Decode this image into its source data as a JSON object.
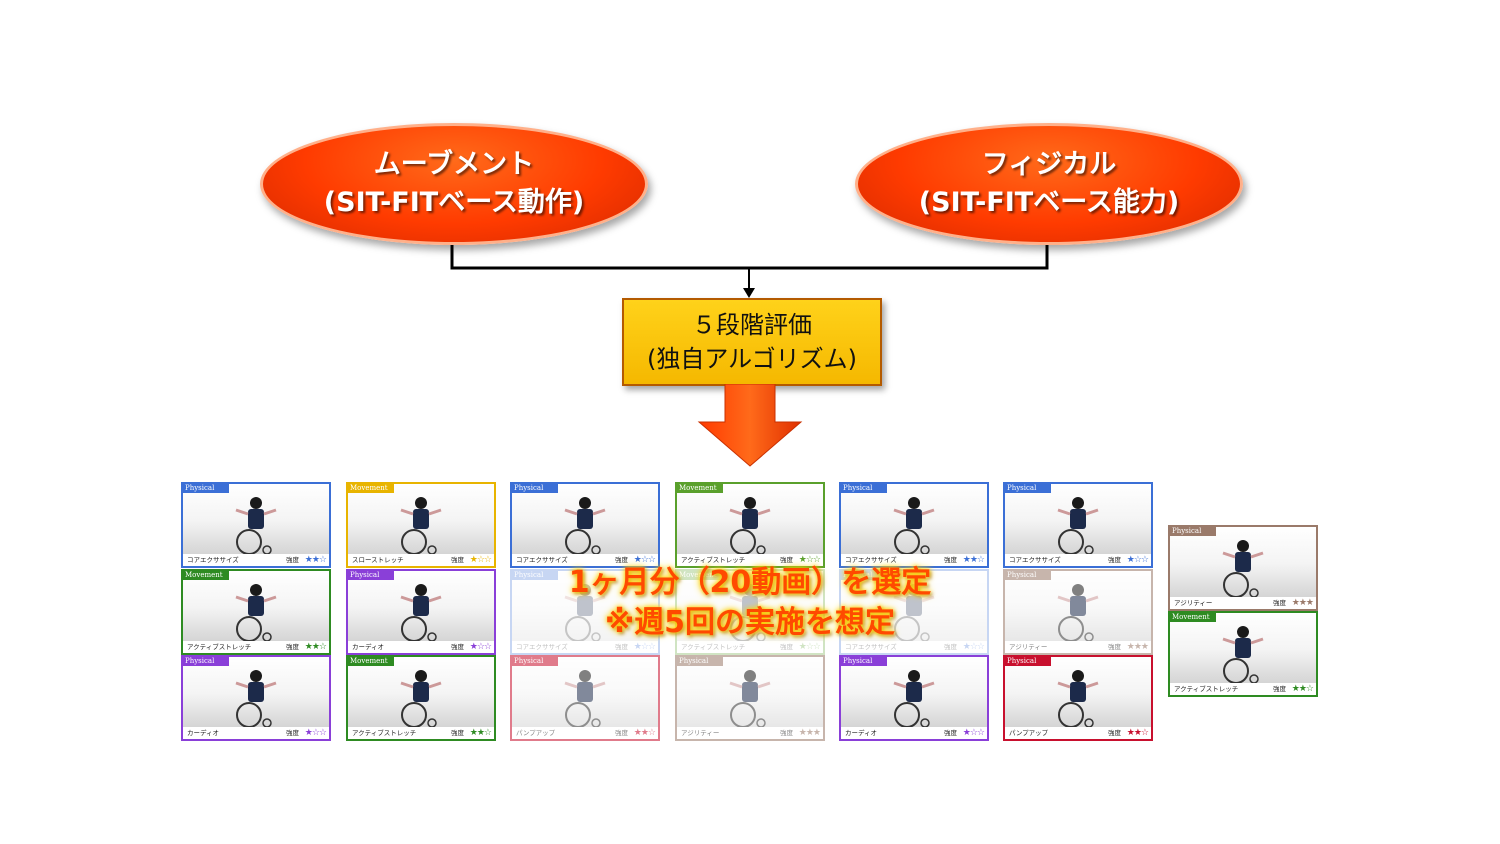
{
  "top_nodes": {
    "left": {
      "line1": "ムーブメント",
      "line2": "(SIT-FITベース動作)"
    },
    "right": {
      "line1": "フィジカル",
      "line2": "(SIT-FITベース能力)"
    }
  },
  "evaluation": {
    "line1": "５段階評価",
    "line2": "(独自アルゴリズム)"
  },
  "overlay": {
    "line1": "1ヶ月分（20動画）を選定",
    "line2": "※週5回の実施を想定"
  },
  "colors": {
    "oval": "#ff3b00",
    "eval_box": "#ffc800",
    "arrow": "#ff4a00",
    "overlay_text": "#ff4a00"
  },
  "thumbnails": [
    {
      "tag": "Physical",
      "name": "コアエクササイズ",
      "level": "強度",
      "stars": "★★☆",
      "color": "#3b6fd6"
    },
    {
      "tag": "Movement",
      "name": "スローストレッチ",
      "level": "強度",
      "stars": "★☆☆",
      "color": "#e8b400"
    },
    {
      "tag": "Physical",
      "name": "コアエクササイズ",
      "level": "強度",
      "stars": "★☆☆",
      "color": "#3b6fd6"
    },
    {
      "tag": "Movement",
      "name": "アクティブストレッチ",
      "level": "強度",
      "stars": "★☆☆",
      "color": "#5aa02c"
    },
    {
      "tag": "Physical",
      "name": "コアエクササイズ",
      "level": "強度",
      "stars": "★★☆",
      "color": "#3b6fd6"
    },
    {
      "tag": "Physical",
      "name": "コアエクササイズ",
      "level": "強度",
      "stars": "★☆☆",
      "color": "#3b6fd6"
    },
    {
      "tag": "Movement",
      "name": "アクティブストレッチ",
      "level": "強度",
      "stars": "★★☆",
      "color": "#2e8b22"
    },
    {
      "tag": "Physical",
      "name": "カーディオ",
      "level": "強度",
      "stars": "★☆☆",
      "color": "#8a3fd8"
    },
    {
      "tag": "Physical",
      "name": "コアエクササイズ",
      "level": "強度",
      "stars": "★☆☆",
      "color": "#3b6fd6"
    },
    {
      "tag": "Movement",
      "name": "アクティブストレッチ",
      "level": "強度",
      "stars": "★☆☆",
      "color": "#5aa02c"
    },
    {
      "tag": "Physical",
      "name": "コアエクササイズ",
      "level": "強度",
      "stars": "★☆☆",
      "color": "#3b6fd6"
    },
    {
      "tag": "Physical",
      "name": "アジリティー",
      "level": "強度",
      "stars": "★★★",
      "color": "#9a7a6a"
    },
    {
      "tag": "Physical",
      "name": "カーディオ",
      "level": "強度",
      "stars": "★☆☆",
      "color": "#8a3fd8"
    },
    {
      "tag": "Movement",
      "name": "アクティブストレッチ",
      "level": "強度",
      "stars": "★★☆",
      "color": "#2e8b22"
    },
    {
      "tag": "Physical",
      "name": "パンプアップ",
      "level": "強度",
      "stars": "★★☆",
      "color": "#c8102e"
    },
    {
      "tag": "Physical",
      "name": "アジリティー",
      "level": "強度",
      "stars": "★★★",
      "color": "#9a7a6a"
    },
    {
      "tag": "Physical",
      "name": "カーディオ",
      "level": "強度",
      "stars": "★☆☆",
      "color": "#8a3fd8"
    },
    {
      "tag": "Physical",
      "name": "パンプアップ",
      "level": "強度",
      "stars": "★★☆",
      "color": "#c8102e"
    },
    {
      "tag": "Physical",
      "name": "アジリティー",
      "level": "強度",
      "stars": "★★★",
      "color": "#9a7a6a"
    },
    {
      "tag": "Movement",
      "name": "アクティブストレッチ",
      "level": "強度",
      "stars": "★★☆",
      "color": "#2e8b22"
    }
  ]
}
